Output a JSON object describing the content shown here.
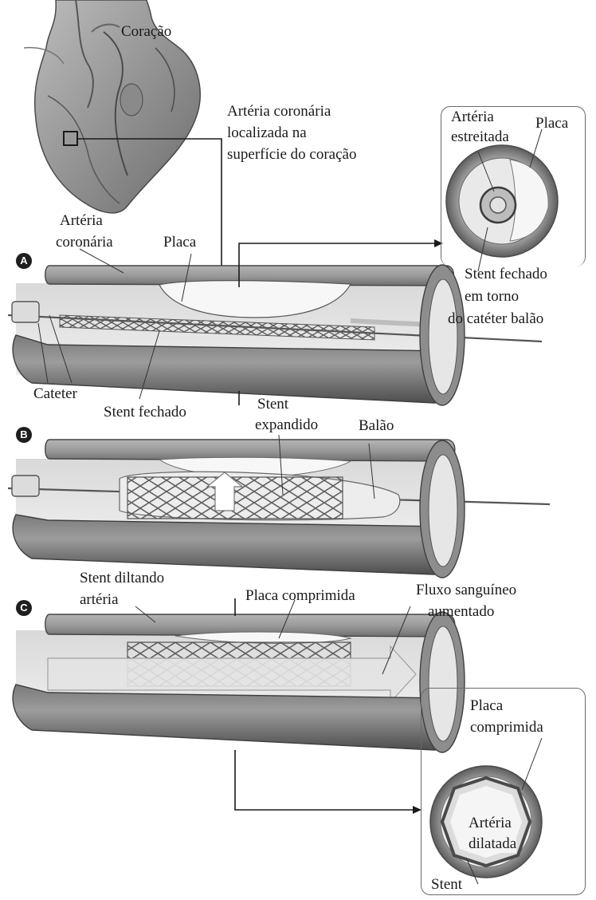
{
  "labels": {
    "heart": "Coração",
    "coronary_artery_location": [
      "Artéria coronária",
      "localizada na",
      "superfície do coração"
    ],
    "artery": [
      "Artéria",
      "coronária"
    ],
    "plaque_a": "Placa",
    "narrowed_artery": [
      "Artéria",
      "estreitada"
    ],
    "plaque_inset": "Placa",
    "stent_closed_around": [
      "Stent fechado",
      "em torno",
      "do catéter balão"
    ],
    "catheter": "Cateter",
    "stent_closed": "Stent fechado",
    "stent_expanded": [
      "Stent",
      "expandido"
    ],
    "balloon": "Balão",
    "stent_dilating": [
      "Stent diltando",
      "artéria"
    ],
    "compressed_plaque": "Placa comprimida",
    "blood_flow": [
      "Fluxo sanguíneo",
      "aumentado"
    ],
    "compressed_plaque_inset": [
      "Placa",
      "comprimida"
    ],
    "dilated_artery": [
      "Artéria",
      "dilatada"
    ],
    "stent": "Stent"
  },
  "panels": {
    "a": "A",
    "b": "B",
    "c": "C"
  },
  "colors": {
    "vessel_dark": "#5a5a5a",
    "vessel_mid": "#8c8c8c",
    "vessel_light": "#cfcfcf",
    "plaque": "#f4f4f4",
    "stent": "#6e6e6e",
    "lines": "#333333"
  }
}
